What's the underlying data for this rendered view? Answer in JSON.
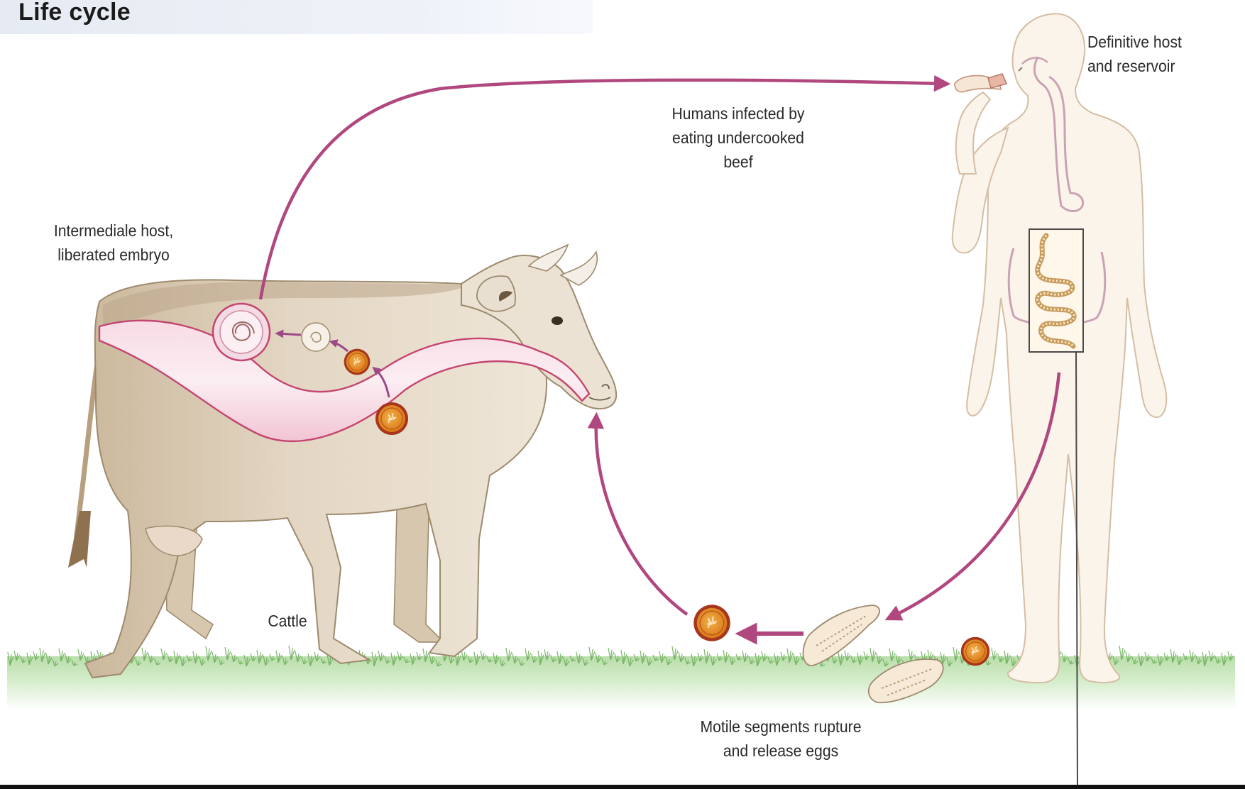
{
  "title": "Life cycle",
  "labels": {
    "definitive_host": [
      "Definitive host",
      "and reservoir"
    ],
    "humans_infected": [
      "Humans infected by",
      "eating undercooked",
      "beef"
    ],
    "intermediate_host": [
      "Intermediale host,",
      "liberated embryo"
    ],
    "cattle": "Cattle",
    "motile_segments": [
      "Motile segments rupture",
      "and release eggs"
    ]
  },
  "colors": {
    "arrow": "#b0477e",
    "cow_body": "#e7dccb",
    "cow_shadow": "#c9b597",
    "gut_fill": "#f7dbe4",
    "gut_line": "#c4456f",
    "egg": "#df8a22",
    "egg_ring": "#a6361c",
    "grass": "#9fcf8a",
    "human_fill": "#fbf2e7",
    "human_line": "#d4bea4"
  }
}
